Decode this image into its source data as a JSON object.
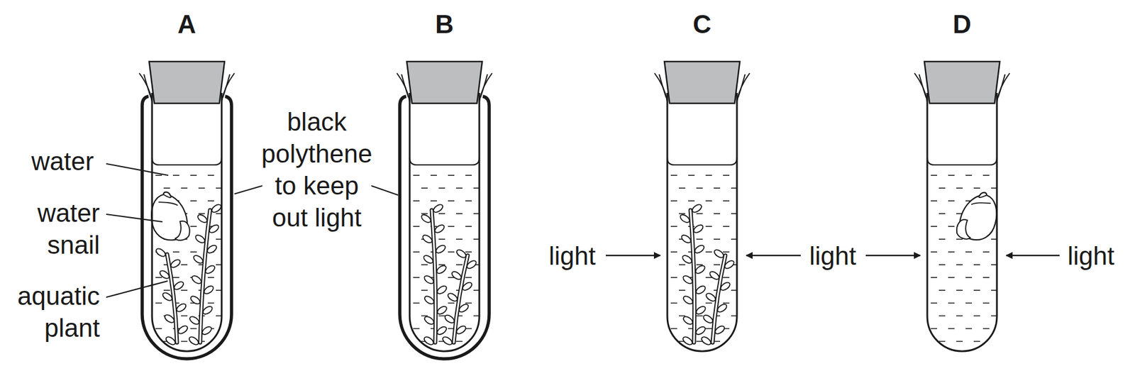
{
  "diagram": {
    "labels": [
      "A",
      "B",
      "C",
      "D",
      "water",
      "water snail",
      "aquatic plant",
      "black polythene to keep out light",
      "light",
      "light",
      "light"
    ]
  }
}
